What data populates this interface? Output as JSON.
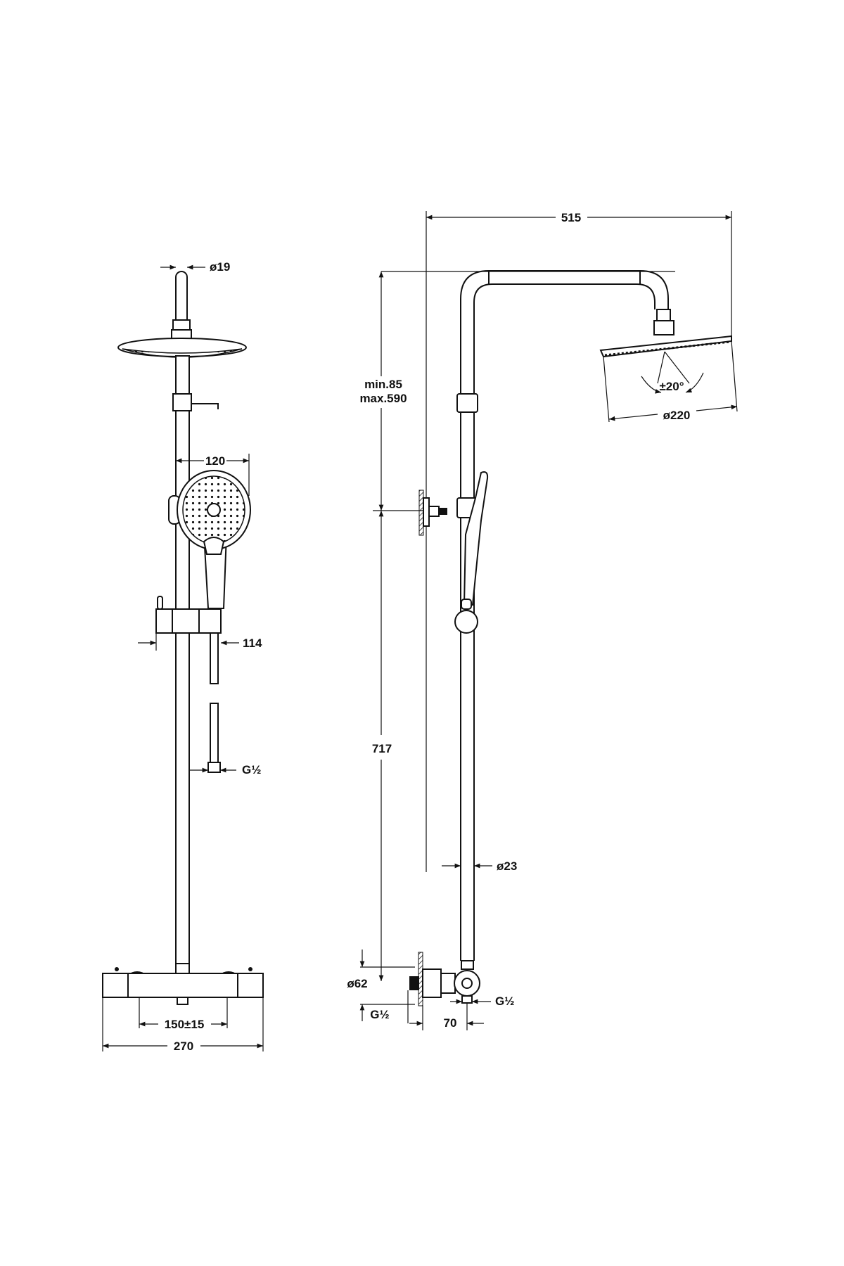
{
  "drawing": {
    "front_view": {
      "pipe_diameter": "ø19",
      "hand_shower_width": "120",
      "slider_offset": "114",
      "hose_connection": "G½",
      "inlet_spacing": "150±15",
      "mixer_width": "270"
    },
    "side_view": {
      "total_projection": "515",
      "adjustable_height_min": "min.85",
      "adjustable_height_max": "max.590",
      "riser_height": "717",
      "head_tilt": "±20°",
      "head_diameter": "ø220",
      "riser_diameter": "ø23",
      "flange_diameter": "ø62",
      "inlet_thread": "G½",
      "wall_offset": "70",
      "outlet_thread": "G½"
    }
  }
}
